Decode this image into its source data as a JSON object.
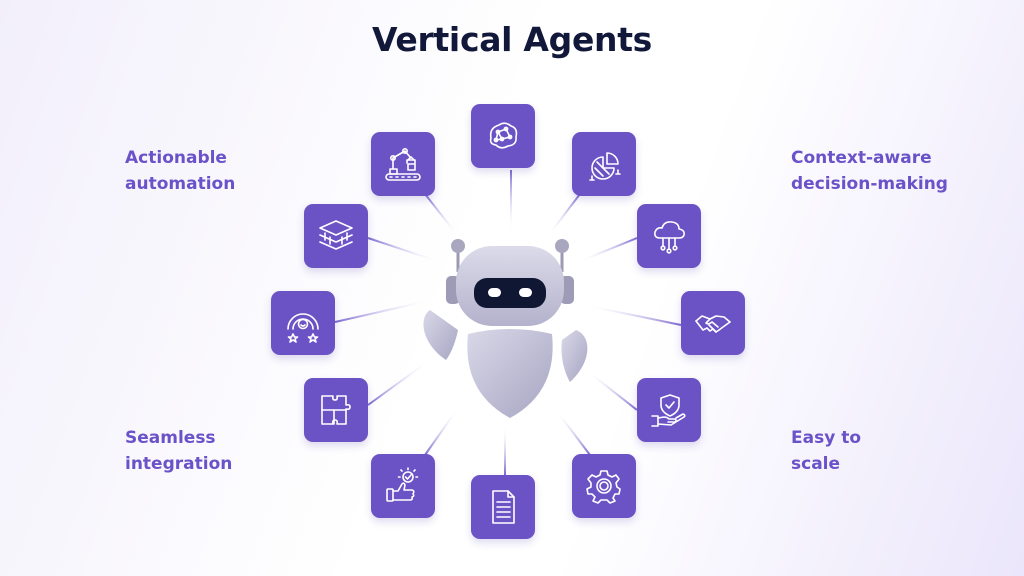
{
  "title": "Vertical Agents",
  "features": {
    "top_left": [
      "Actionable",
      "automation"
    ],
    "top_right": [
      "Context-aware",
      "decision-making"
    ],
    "bottom_left": [
      "Seamless",
      "integration"
    ],
    "bottom_right": [
      "Easy to",
      "scale"
    ]
  },
  "colors": {
    "tile": "#6b53c6",
    "feature_text": "#6a52c9",
    "title_text": "#11183a",
    "robot_body": "#bdbbd2",
    "robot_visor": "#0f1733"
  },
  "icons": [
    "neural-network-icon",
    "analytics-chart-icon",
    "cloud-network-icon",
    "handshake-icon",
    "shield-hand-icon",
    "gear-icon",
    "document-icon",
    "thumbs-up-icon",
    "puzzle-icon",
    "rating-gauge-icon",
    "layers-icon",
    "robotic-arm-icon"
  ]
}
